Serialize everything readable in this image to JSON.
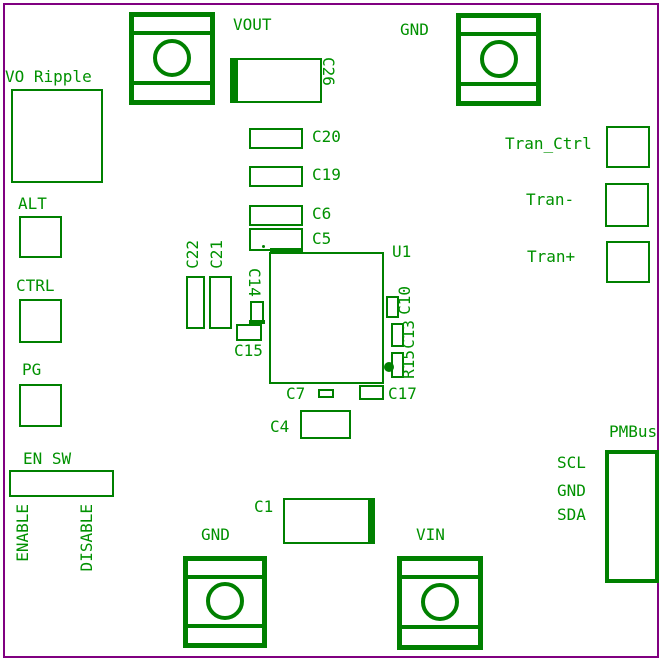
{
  "colors": {
    "silkscreen_green": "#008000",
    "label_green": "#009100",
    "sheet_border_purple": "#800080",
    "background": "#ffffff"
  },
  "terminals": {
    "vout": "VOUT",
    "gnd_top": "GND",
    "gnd_bottom": "GND",
    "vin": "VIN"
  },
  "test_points": {
    "vo_ripple": "VO Ripple",
    "alt": "ALT",
    "ctrl": "CTRL",
    "pg": "PG",
    "tran_ctrl": "Tran_Ctrl",
    "tran_minus": "Tran-",
    "tran_plus": "Tran+"
  },
  "components": {
    "u1": "U1",
    "c26": "C26",
    "c20": "C20",
    "c19": "C19",
    "c6": "C6",
    "c5": "C5",
    "c22": "C22",
    "c21": "C21",
    "c14": "C14",
    "c15": "C15",
    "c10": "C10",
    "c13": "C13",
    "r15": "R15",
    "c7": "C7",
    "c17": "C17",
    "c4": "C4",
    "c1": "C1"
  },
  "enable_switch": {
    "label": "EN SW",
    "position_labels": [
      "ENABLE",
      "DISABLE"
    ]
  },
  "pmbus": {
    "label": "PMBus",
    "pins": [
      "SCL",
      "GND",
      "SDA"
    ]
  }
}
